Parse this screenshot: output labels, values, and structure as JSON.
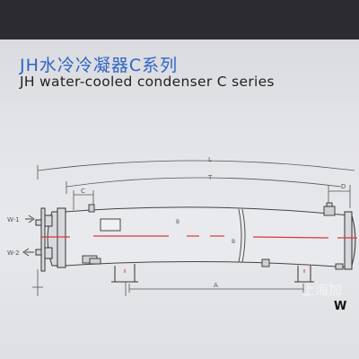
{
  "title_cn": "JH水冷冷凝器C系列",
  "title_en": "JH water-cooled condenser C series",
  "dimensions": {
    "L": "L",
    "T": "T",
    "C": "C",
    "D": "D",
    "A": "A",
    "B": "B",
    "B_body": "B"
  },
  "nozzles": {
    "inlet": "W-1",
    "outlet": "W-2"
  },
  "watermark": "上海加",
  "logo_fragment": "W"
}
